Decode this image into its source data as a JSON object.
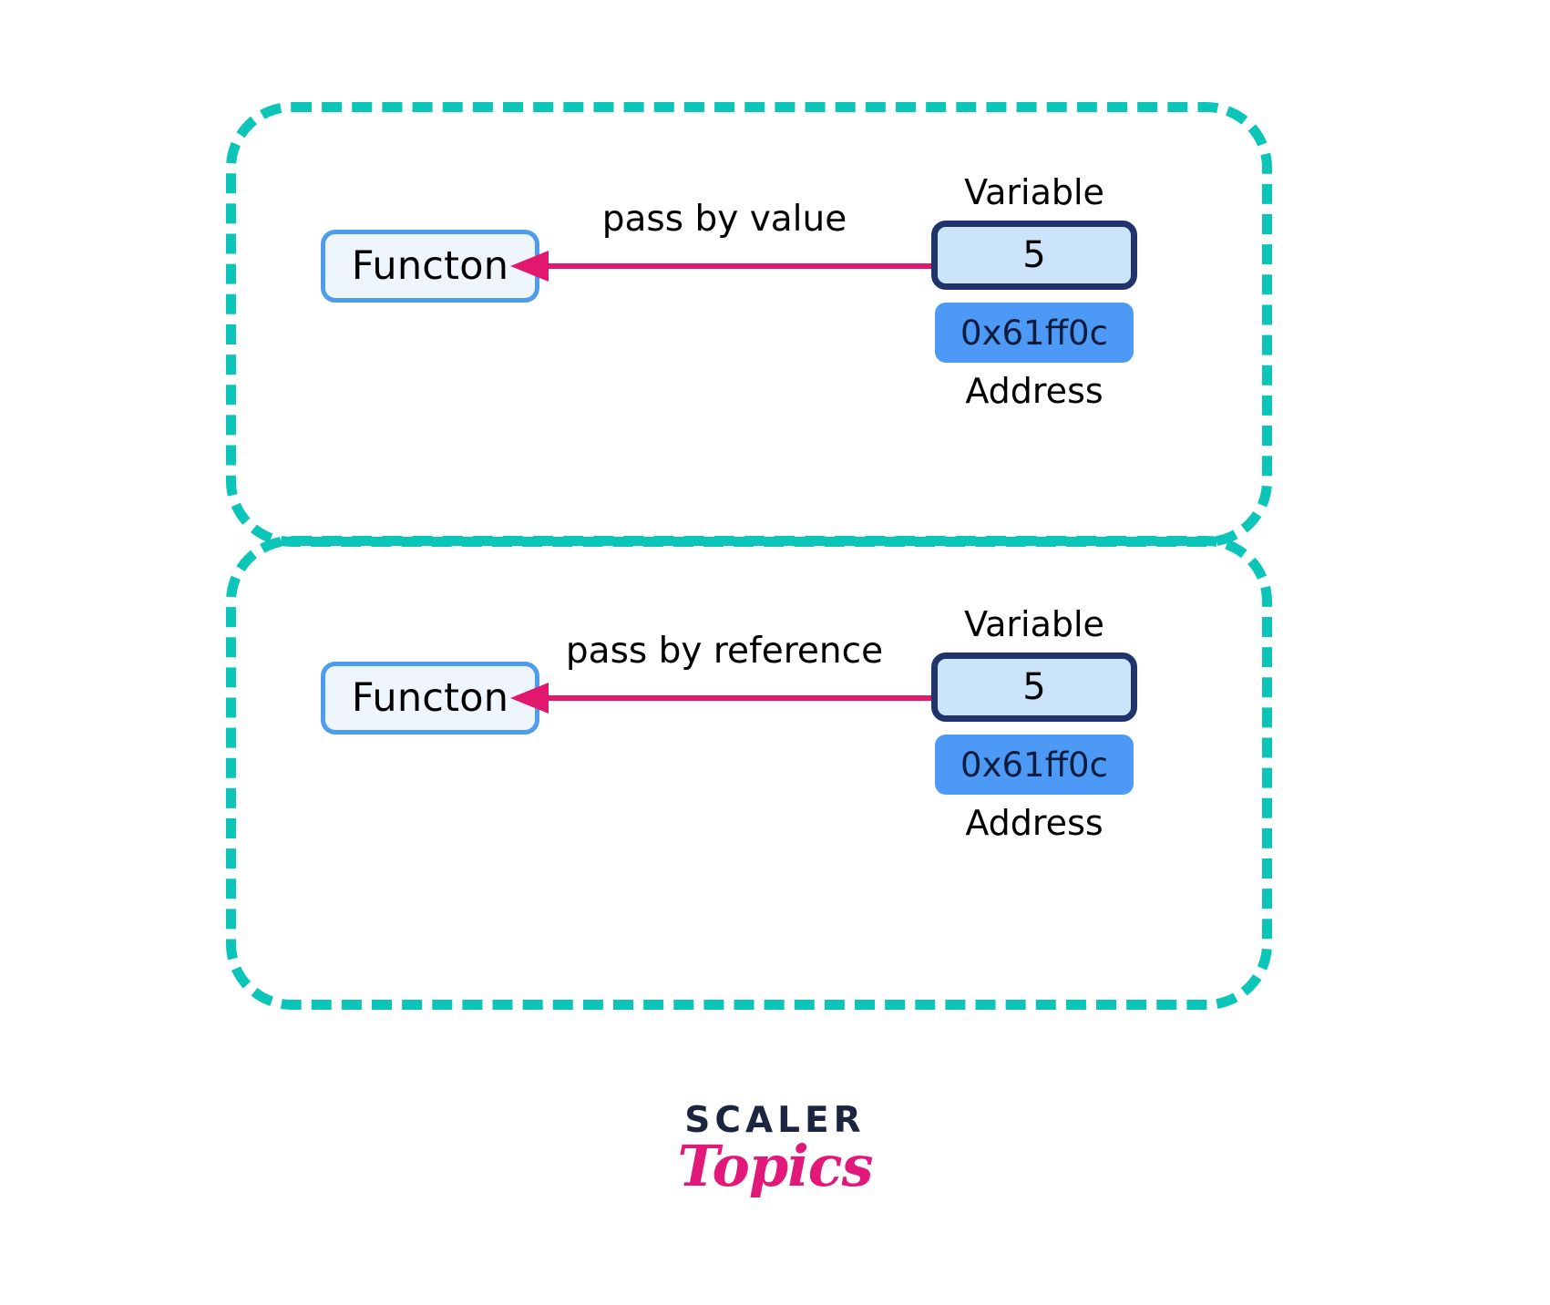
{
  "diagram": {
    "title_text": "",
    "colors": {
      "panel_border": "#0AC5B8",
      "function_fill": "#EEF5FD",
      "function_border": "#4C9CEF",
      "variable_fill": "#CBE4FA",
      "variable_border": "#20336B",
      "address_fill": "#4C9AF5",
      "arrow": "#E2186E",
      "text": "#000000",
      "background": "#FFFFFF"
    },
    "panels": [
      {
        "id": "pass-by-value",
        "function_label": "Functon",
        "arrow_label": "pass by value",
        "arrow_direction": "left",
        "variable_caption": "Variable",
        "variable_value": "5",
        "address_caption": "Address",
        "address_value": "0x61ff0c"
      },
      {
        "id": "pass-by-reference",
        "function_label": "Functon",
        "arrow_label": "pass by reference",
        "arrow_direction": "left",
        "variable_caption": "Variable",
        "variable_value": "5",
        "address_caption": "Address",
        "address_value": "0x61ff0c"
      }
    ]
  },
  "footer": {
    "logo_primary": "SCALER",
    "logo_secondary": "Topics"
  }
}
